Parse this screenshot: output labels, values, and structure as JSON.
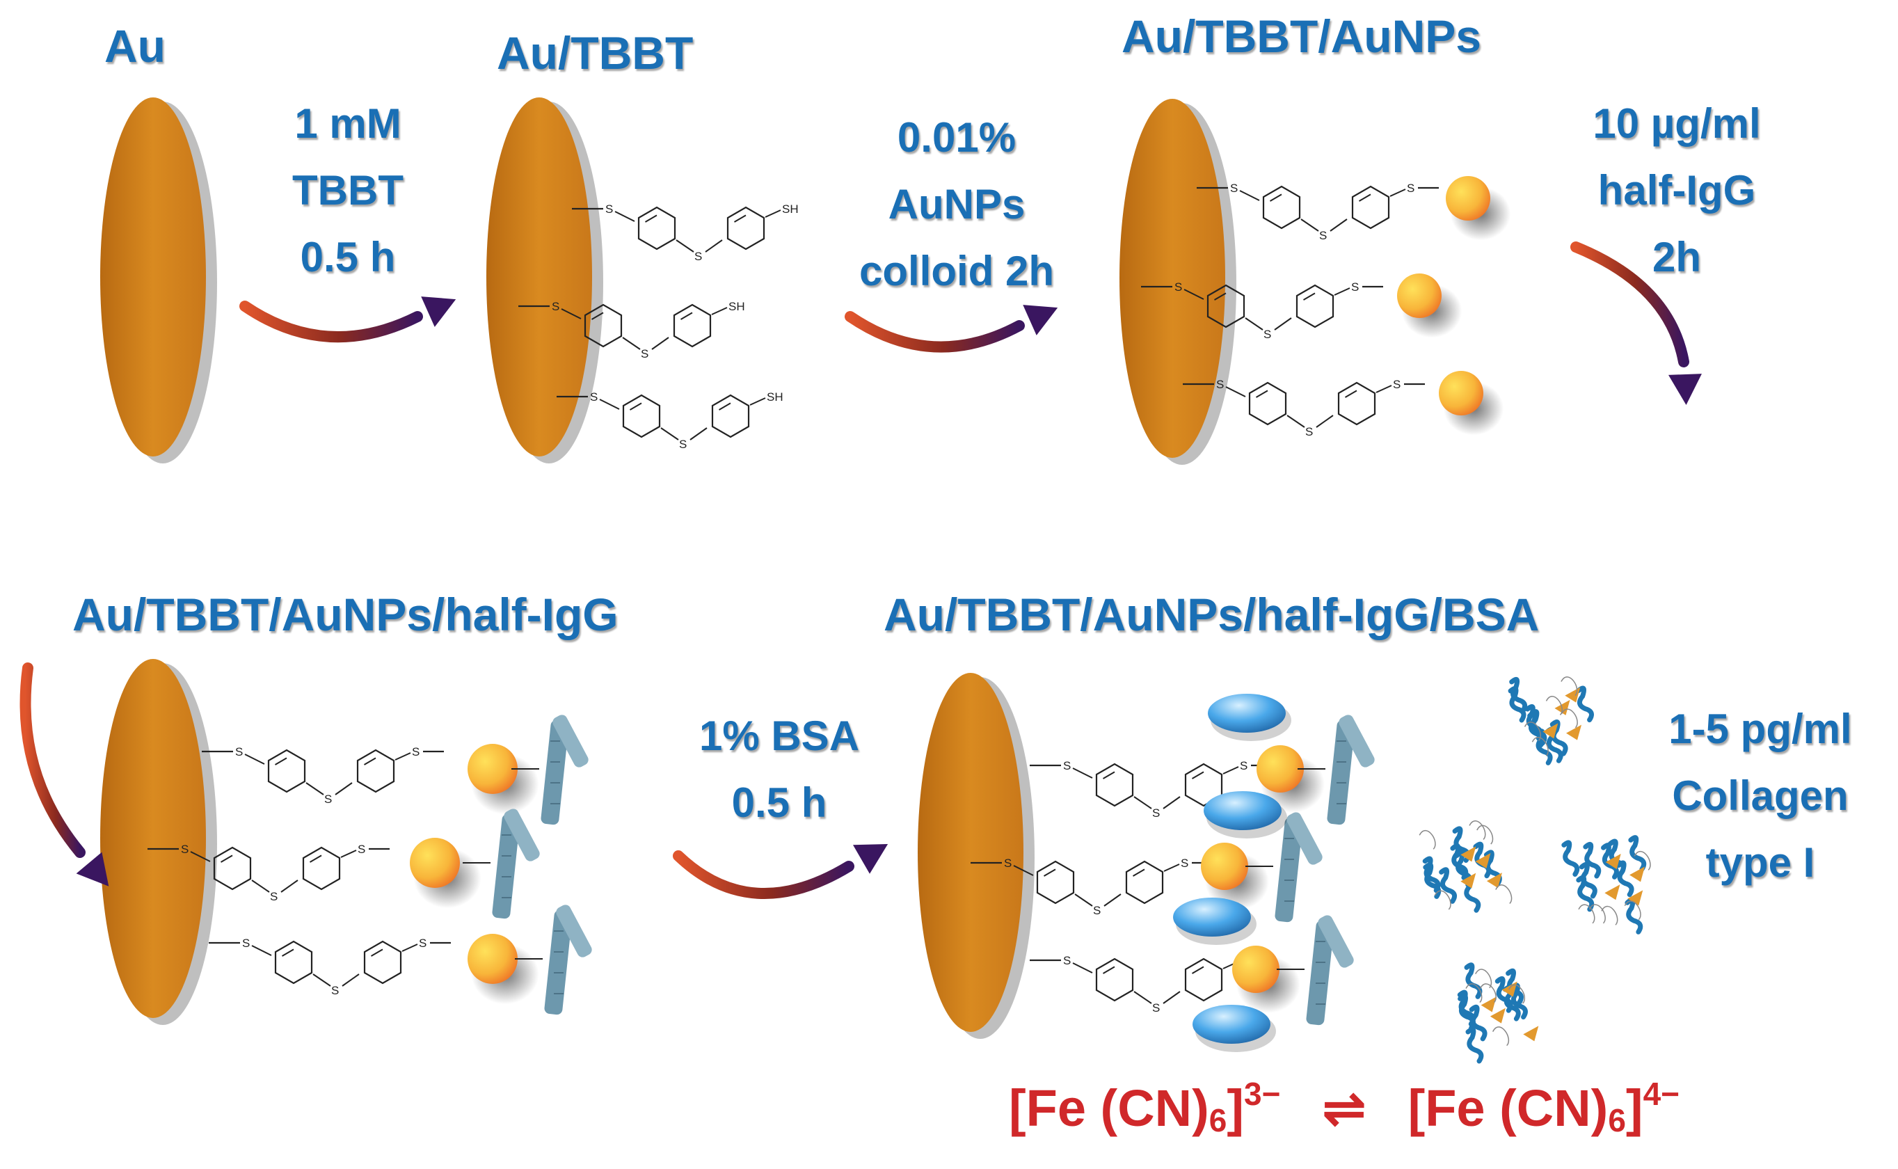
{
  "stages": {
    "au": "Au",
    "tbbt": "Au/TBBT",
    "aunps": "Au/TBBT/AuNPs",
    "half_igg": "Au/TBBT/AuNPs/half-IgG",
    "bsa": "Au/TBBT/AuNPs/half-IgG/BSA"
  },
  "steps": {
    "s1": [
      "1 mM",
      "TBBT",
      "0.5 h"
    ],
    "s2": [
      "0.01%",
      "AuNPs",
      "colloid 2h"
    ],
    "s3": [
      "10 µg/ml",
      "half-IgG",
      "2h"
    ],
    "s4": [
      "1% BSA",
      "0.5 h"
    ],
    "s5": [
      "1-5 pg/ml",
      "Collagen",
      "type I"
    ]
  },
  "chem": {
    "sulfur": "S",
    "thiol": "SH"
  },
  "redox": {
    "left_open": "[Fe (CN)",
    "left_sub": "6",
    "left_close": "]",
    "left_charge": "3−",
    "arrow": "⇌",
    "right_open": "[Fe (CN)",
    "right_sub": "6",
    "right_close": "]",
    "right_charge": "4−"
  },
  "colors": {
    "label": "#1a6fb5",
    "electrode": "#d4841c",
    "nanoparticle": "#f5a623",
    "bsa": "#3d9be0",
    "antibody": "#6d98ad",
    "collagen_blue": "#1f78b4",
    "collagen_orange": "#e2992e",
    "redox": "#d0282a",
    "arrow": "#8b2a1f"
  }
}
